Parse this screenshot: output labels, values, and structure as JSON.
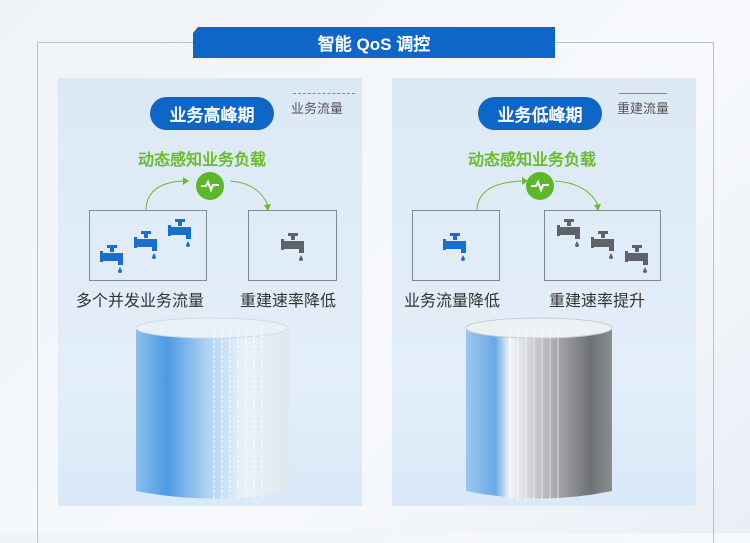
{
  "title": "智能 QoS 调控",
  "left": {
    "pill": "业务高峰期",
    "legend": "业务流量",
    "subtitle": "动态感知业务负载",
    "caption_left": "多个并发业务流量",
    "caption_right": "重建速率降低"
  },
  "right": {
    "pill": "业务低峰期",
    "legend": "重建流量",
    "subtitle": "动态感知业务负载",
    "caption_left": "业务流量降低",
    "caption_right": "重建速率提升"
  },
  "colors": {
    "blue": "#0e66c6",
    "green": "#6cbb2b",
    "gray": "#5f6369"
  }
}
